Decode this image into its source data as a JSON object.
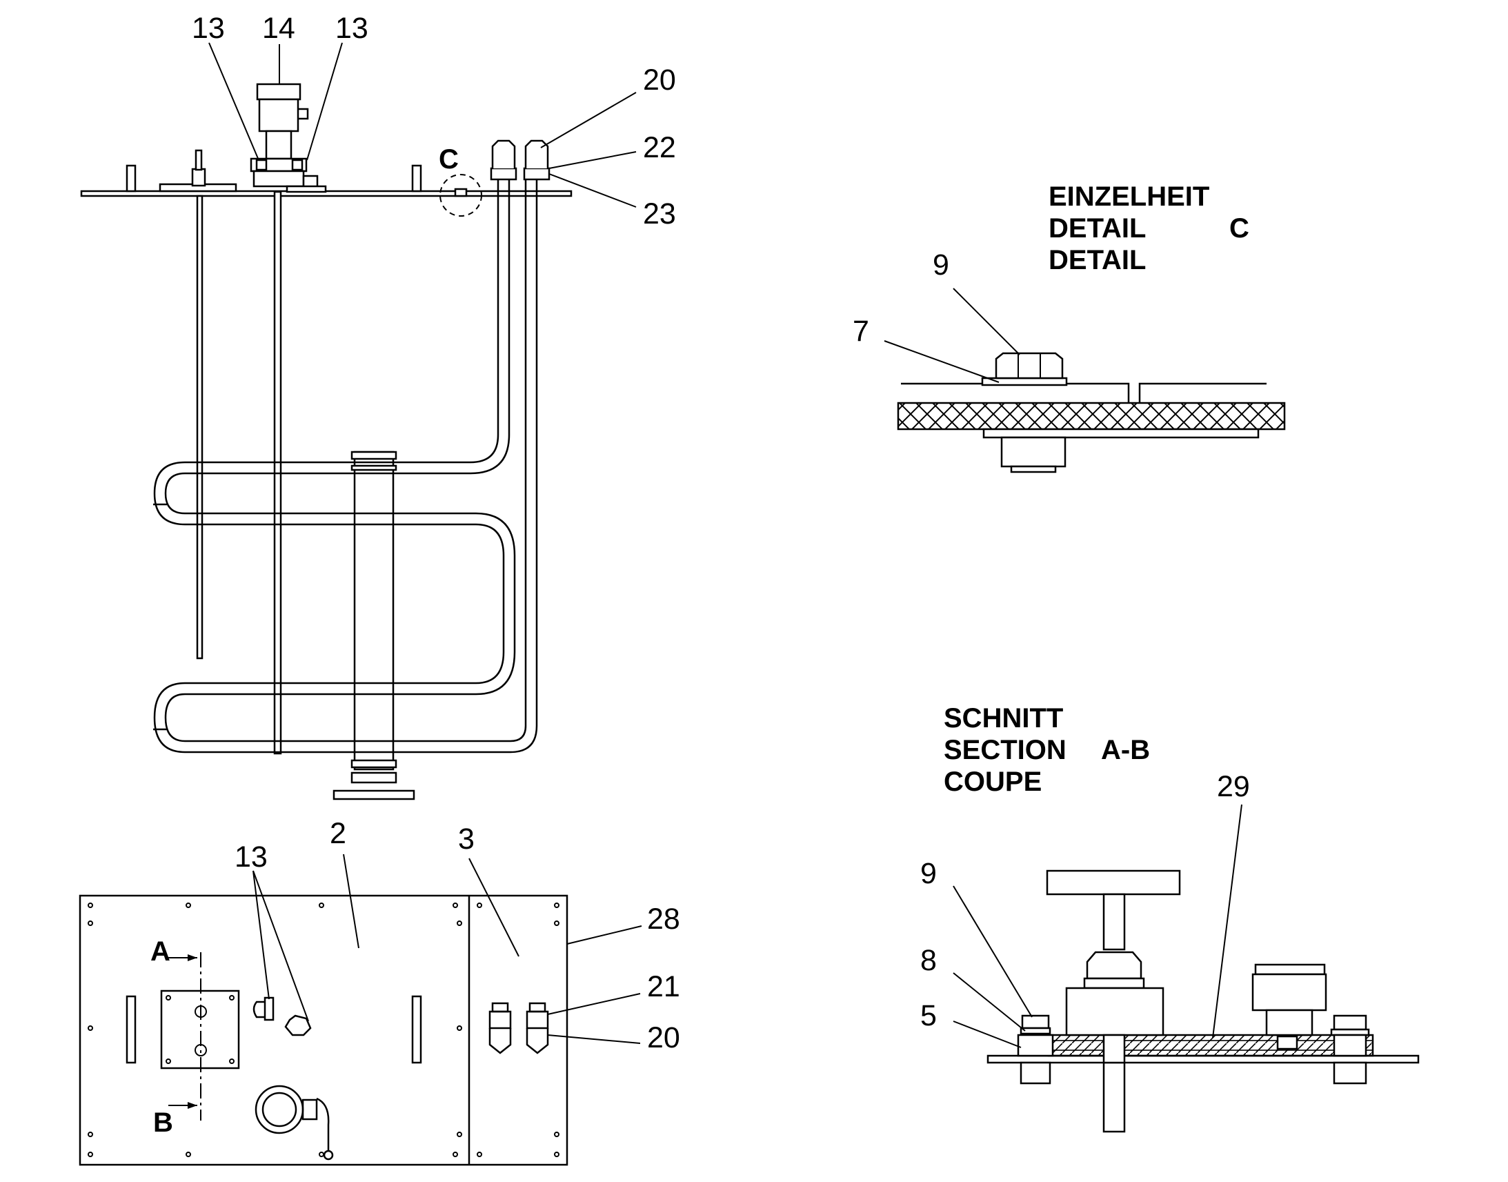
{
  "main_view": {
    "callouts": {
      "c13_left": "13",
      "c14": "14",
      "c13_right": "13",
      "c20": "20",
      "c22": "22",
      "c23": "23",
      "detail_marker": "C"
    }
  },
  "plan_view": {
    "callouts": {
      "c13": "13",
      "c2": "2",
      "c3": "3",
      "c28": "28",
      "c21": "21",
      "c20": "20",
      "section_a": "A",
      "section_b": "B"
    }
  },
  "detail_c": {
    "heading": [
      "EINZELHEIT",
      "DETAIL",
      "DETAIL"
    ],
    "letter": "C",
    "callouts": {
      "c9": "9",
      "c7": "7"
    }
  },
  "section_ab": {
    "heading": [
      "SCHNITT",
      "SECTION",
      "COUPE"
    ],
    "letter": "A-B",
    "callouts": {
      "c29": "29",
      "c9": "9",
      "c8": "8",
      "c5": "5"
    }
  }
}
